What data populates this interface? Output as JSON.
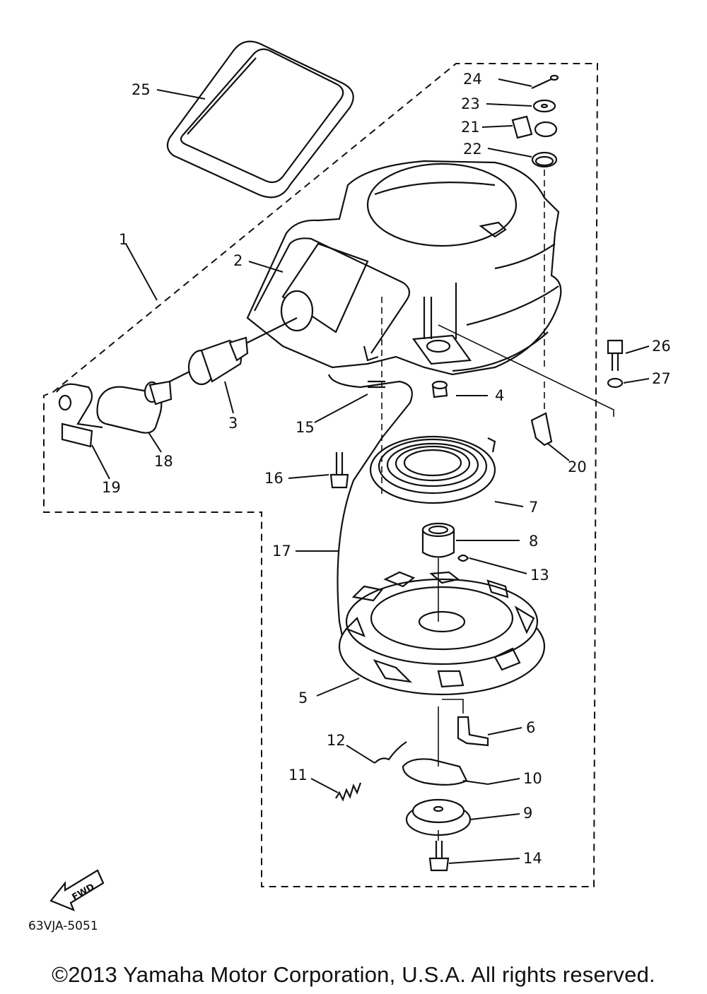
{
  "drawing_code": "63VJA-5051",
  "fwd_label": "FWD",
  "copyright": "©2013 Yamaha Motor Corporation, U.S.A. All rights reserved.",
  "callouts": [
    "1",
    "2",
    "3",
    "4",
    "5",
    "6",
    "7",
    "8",
    "9",
    "10",
    "11",
    "12",
    "13",
    "14",
    "15",
    "16",
    "17",
    "18",
    "19",
    "20",
    "21",
    "22",
    "23",
    "24",
    "25",
    "26",
    "27"
  ]
}
